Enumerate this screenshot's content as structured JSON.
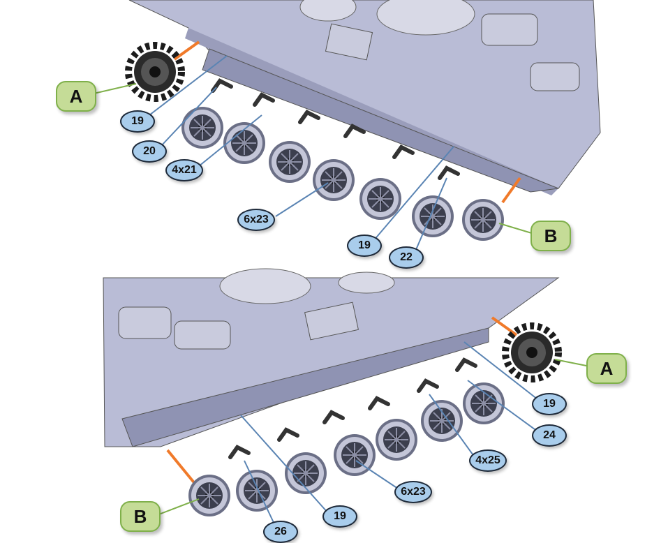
{
  "top_assembly": {
    "callouts": [
      {
        "label": "A"
      },
      {
        "label": "19"
      },
      {
        "label": "20"
      },
      {
        "label": "4x21"
      },
      {
        "label": "6x23"
      },
      {
        "label": "19"
      },
      {
        "label": "22"
      },
      {
        "label": "B"
      }
    ]
  },
  "bottom_assembly": {
    "callouts": [
      {
        "label": "A"
      },
      {
        "label": "19"
      },
      {
        "label": "24"
      },
      {
        "label": "4x25"
      },
      {
        "label": "6x23"
      },
      {
        "label": "19"
      },
      {
        "label": "26"
      },
      {
        "label": "B"
      }
    ]
  },
  "colors": {
    "hull": "#b9bcd6",
    "hull_dark": "#8f93b3",
    "axle": "#f07a2a",
    "callout_blue": "#a9cdec",
    "callout_green": "#c5dc97"
  }
}
